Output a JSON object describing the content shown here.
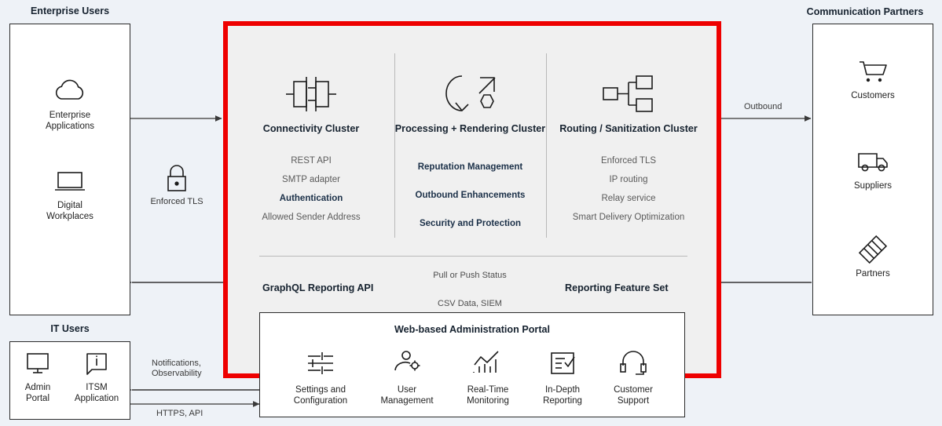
{
  "left": {
    "enterprise_caption": "Enterprise Users",
    "it_caption": "IT Users",
    "enterprise_actors": [
      {
        "icon": "cloud-icon",
        "label": "Enterprise\nApplications"
      },
      {
        "icon": "laptop-icon",
        "label": "Digital\nWorkplaces"
      }
    ],
    "it_actors": [
      {
        "icon": "monitor-icon",
        "label": "Admin\nPortal"
      },
      {
        "icon": "info-bubble-icon",
        "label": "ITSM\nApplication"
      }
    ],
    "tls": {
      "icon": "padlock-icon",
      "label": "Enforced TLS"
    },
    "notifications_label_line1": "Notifications,",
    "notifications_label_line2": "Observability",
    "https_label": "HTTPS, API"
  },
  "right": {
    "caption": "Communication Partners",
    "outbound_label": "Outbound",
    "actors": [
      {
        "icon": "shopping-cart-icon",
        "label": "Customers"
      },
      {
        "icon": "truck-icon",
        "label": "Suppliers"
      },
      {
        "icon": "handshake-icon",
        "label": "Partners"
      }
    ]
  },
  "platform": {
    "clusters": [
      {
        "icon": "connector-plug-icon",
        "title": "Connectivity Cluster",
        "items": [
          {
            "text": "REST API",
            "bold": false
          },
          {
            "text": "SMTP adapter",
            "bold": false
          },
          {
            "text": "Authentication",
            "bold": true
          },
          {
            "text": "Allowed Sender Address",
            "bold": false
          }
        ]
      },
      {
        "icon": "process-render-icon",
        "title": "Processing + Rendering Cluster",
        "items": [
          {
            "text": "Reputation Management",
            "bold": true
          },
          {
            "text": "Outbound Enhancements",
            "bold": true
          },
          {
            "text": "Security and Protection",
            "bold": true
          }
        ]
      },
      {
        "icon": "routing-tree-icon",
        "title": "Routing / Sanitization Cluster",
        "items": [
          {
            "text": "Enforced TLS",
            "bold": false
          },
          {
            "text": "IP routing",
            "bold": false
          },
          {
            "text": "Relay service",
            "bold": false
          },
          {
            "text": "Smart Delivery Optimization",
            "bold": false
          }
        ]
      }
    ],
    "reporting": {
      "left_label": "GraphQL Reporting API",
      "right_label": "Reporting Feature Set",
      "above_arrow": "Pull or Push Status",
      "below_arrow": "CSV Data, SIEM"
    }
  },
  "portal": {
    "title": "Web-based Administration Portal",
    "items": [
      {
        "icon": "sliders-icon",
        "label": "Settings and\nConfiguration"
      },
      {
        "icon": "user-gear-icon",
        "label": "User\nManagement"
      },
      {
        "icon": "line-chart-icon",
        "label": "Real-Time\nMonitoring"
      },
      {
        "icon": "checklist-icon",
        "label": "In-Depth\nReporting"
      },
      {
        "icon": "headset-icon",
        "label": "Customer\nSupport"
      }
    ]
  },
  "colors": {
    "accent_red": "#ee0000",
    "page_bg": "#eef2f7",
    "panel_bg": "#f0f0f0",
    "title_navy": "#16222f",
    "muted_gray": "#5a5a5a"
  }
}
